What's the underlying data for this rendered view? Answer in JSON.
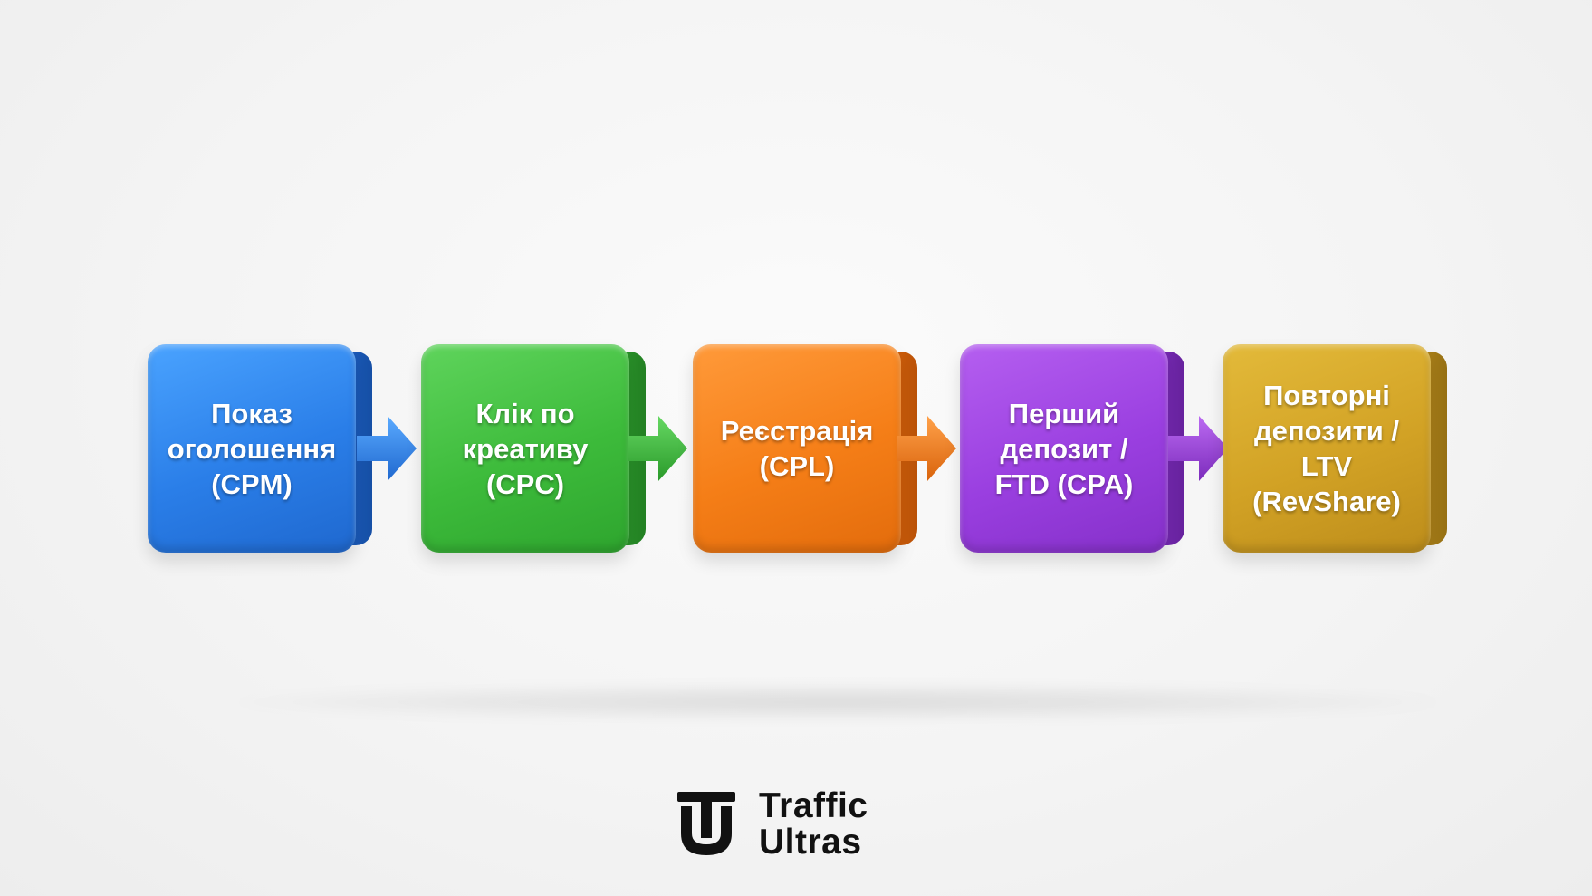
{
  "flow": {
    "steps": [
      {
        "label": "Показ\nоголошення\n(CPM)",
        "color": "#2a7ee8"
      },
      {
        "label": "Клік по\nкреативу\n(CPC)",
        "color": "#3dbb3b"
      },
      {
        "label": "Реєстрація\n(CPL)",
        "color": "#f57e17"
      },
      {
        "label": "Перший\nдепозит /\nFTD (CPA)",
        "color": "#9a3fe0"
      },
      {
        "label": "Повторні\nдепозити /\nLTV\n(RevShare)",
        "color": "#d2a225"
      }
    ],
    "arrow_colors": [
      "#2a7ee8",
      "#3dbb3b",
      "#f57e17",
      "#9a3fe0"
    ]
  },
  "brand": {
    "line1": "Traffic",
    "line2": "Ultras",
    "logo_icon": "traffic-ultras-logo-icon"
  }
}
